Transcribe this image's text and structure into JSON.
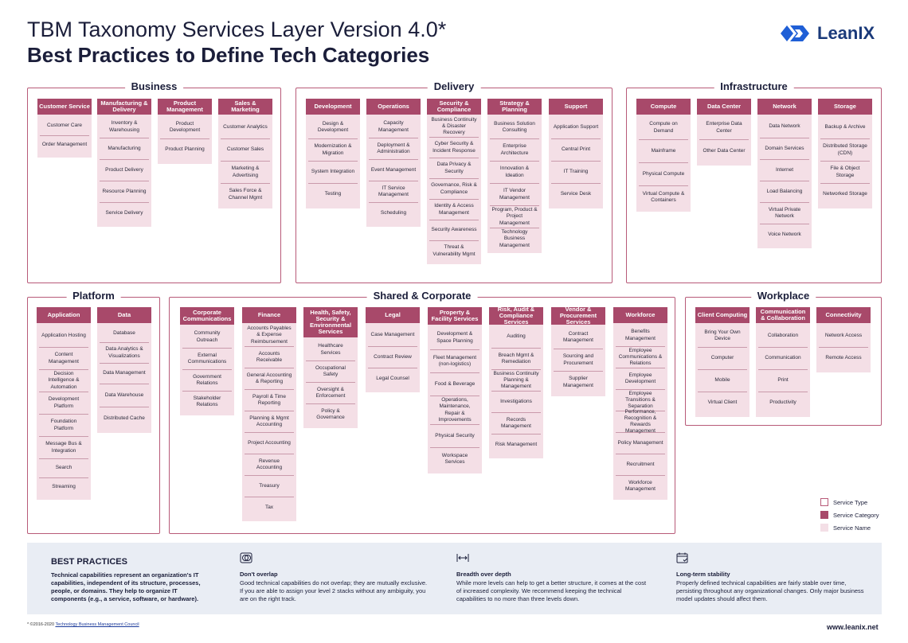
{
  "header": {
    "title": "TBM Taxonomy Services Layer Version 4.0*",
    "subtitle": "Best Practices to Define Tech Categories",
    "logo_text": "LeanIX"
  },
  "layers": [
    {
      "label": "Business",
      "columns": [
        {
          "head": "Customer Service",
          "items": [
            "Customer Care",
            "Order Management"
          ]
        },
        {
          "head": "Manufacturing & Delivery",
          "items": [
            "Inventory & Warehousing",
            "Manufacturing",
            "Product Delivery",
            "Resource Planning",
            "Service Delivery"
          ]
        },
        {
          "head": "Product Management",
          "items": [
            "Product Development",
            "Product Planning"
          ]
        },
        {
          "head": "Sales & Marketing",
          "items": [
            "Customer Analytics",
            "Customer Sales",
            "Marketing & Advertising",
            "Sales Force & Channel Mgmt"
          ]
        }
      ]
    },
    {
      "label": "Delivery",
      "columns": [
        {
          "head": "Development",
          "items": [
            "Design & Development",
            "Modernization & Migration",
            "System Integration",
            "Testing"
          ]
        },
        {
          "head": "Operations",
          "items": [
            "Capacity Management",
            "Deployment & Administration",
            "Event Management",
            "IT Service Management",
            "Scheduling"
          ]
        },
        {
          "head": "Security & Compliance",
          "items": [
            "Business Continuity & Disaster Recovery",
            "Cyber Security & Incident Response",
            "Data Privacy & Security",
            "Governance, Risk & Compliance",
            "Identity & Access Management",
            "Security Awareness",
            "Threat & Vulnerability Mgmt"
          ]
        },
        {
          "head": "Strategy & Planning",
          "items": [
            "Business Solution Consulting",
            "Enterprise Architecture",
            "Innovation & Ideation",
            "IT Vendor Management",
            "Program, Product & Project Management",
            "Technology Business Management"
          ]
        },
        {
          "head": "Support",
          "items": [
            "Application Support",
            "Central Print",
            "IT Training",
            "Service Desk"
          ]
        }
      ]
    },
    {
      "label": "Infrastructure",
      "columns": [
        {
          "head": "Compute",
          "items": [
            "Compute on Demand",
            "Mainframe",
            "Physical Compute",
            "Virtual Compute & Containers"
          ]
        },
        {
          "head": "Data Center",
          "items": [
            "Enterprise Data Center",
            "Other Data Center"
          ]
        },
        {
          "head": "Network",
          "items": [
            "Data Network",
            "Domain Services",
            "Internet",
            "Load Balancing",
            "Virtual Private Network",
            "Voice Network"
          ]
        },
        {
          "head": "Storage",
          "items": [
            "Backup & Archive",
            "Distributed Storage (CDN)",
            "File & Object Storage",
            "Networked Storage"
          ]
        }
      ]
    },
    {
      "label": "Platform",
      "columns": [
        {
          "head": "Application",
          "items": [
            "Application Hosting",
            "Content Management",
            "Decision Intelligence & Automation",
            "Development Platform",
            "Foundation Platform",
            "Message Bus & Integration",
            "Search",
            "Streaming"
          ]
        },
        {
          "head": "Data",
          "items": [
            "Database",
            "Data Analytics & Visualizations",
            "Data Management",
            "Data Warehouse",
            "Distributed Cache"
          ]
        }
      ]
    },
    {
      "label": "Shared & Corporate",
      "columns": [
        {
          "head": "Corporate Communications",
          "items": [
            "Community Outreach",
            "External Communications",
            "Government Relations",
            "Stakeholder Relations"
          ]
        },
        {
          "head": "Finance",
          "items": [
            "Accounts Payables & Expense Reimbursement",
            "Accounts Receivable",
            "General Accounting & Reporting",
            "Payroll & Time Reporting",
            "Planning & Mgmt Accounting",
            "Project Accounting",
            "Revenue Accounting",
            "Treasury",
            "Tax"
          ]
        },
        {
          "head": "Health, Safety, Security & Environmental Services",
          "items": [
            "Healthcare Services",
            "Occupational Safety",
            "Oversight & Enforcement",
            "Policy & Governance"
          ]
        },
        {
          "head": "Legal",
          "items": [
            "Case Management",
            "Contract Review",
            "Legal Counsel"
          ]
        },
        {
          "head": "Property & Facility Services",
          "items": [
            "Development & Space Planning",
            "Fleet Management (non-logistics)",
            "Food & Beverage",
            "Operations, Maintenance, Repair & Improvements",
            "Physical Security",
            "Workspace Services"
          ]
        },
        {
          "head": "Risk, Audit & Compliance Services",
          "items": [
            "Auditing",
            "Breach Mgmt & Remediation",
            "Business Continuity Planning & Management",
            "Investigations",
            "Records Management",
            "Risk Management"
          ]
        },
        {
          "head": "Vendor & Procurement Services",
          "items": [
            "Contract Management",
            "Sourcing and Procurement",
            "Supplier Management"
          ]
        },
        {
          "head": "Workforce",
          "items": [
            "Benefits Management",
            "Employee Communications & Relations",
            "Employee Development",
            "Employee Transitions & Separation",
            "Performance, Recognition & Rewards Management",
            "Policy Management",
            "Recruitment",
            "Workforce Management"
          ]
        }
      ]
    },
    {
      "label": "Workplace",
      "columns": [
        {
          "head": "Client Computing",
          "items": [
            "Bring Your Own Device",
            "Computer",
            "Mobile",
            "Virtual Client"
          ]
        },
        {
          "head": "Communication & Collaboration",
          "items": [
            "Collaboration",
            "Communication",
            "Print",
            "Productivity"
          ]
        },
        {
          "head": "Connectivity",
          "items": [
            "Network Access",
            "Remote Access"
          ]
        }
      ]
    }
  ],
  "legend": [
    {
      "label": "Service Type"
    },
    {
      "label": "Service Category"
    },
    {
      "label": "Service Name"
    }
  ],
  "best_practices": {
    "title": "BEST PRACTICES",
    "intro": "Technical capabilities represent an organization's IT capabilities, independent of its structure, processes, people, or domains. They help to organize IT components (e.g., a service, software, or hardware).",
    "items": [
      {
        "icon": "overlap-icon",
        "heading": "Don't overlap",
        "text": "Good technical capabilities do not overlap; they are mutually exclusive. If you are able to assign your level 2 stacks without any ambiguity, you are on the right track."
      },
      {
        "icon": "breadth-arrows-icon",
        "heading": "Breadth over depth",
        "text": "While more levels can help to get a better structure, it comes at the cost of increased complexity. We recommend keeping the technical capabilities to no more than three levels down."
      },
      {
        "icon": "calendar-check-icon",
        "heading": "Long-term stability",
        "text": "Properly defined technical capabilities are fairly stable over time, persisting throughout any organizational changes. Only major business model updates should affect them."
      }
    ]
  },
  "footer": {
    "copyright_prefix": "* ©2016-2020",
    "copyright_link": "Technology Business Management Council",
    "website": "www.leanix.net"
  },
  "colors": {
    "category": "#a8496a",
    "name_bg": "#f4dfe6",
    "type_border": "#b85a78",
    "text": "#1b1e3a",
    "logo_blue": "#1f5fd6"
  }
}
